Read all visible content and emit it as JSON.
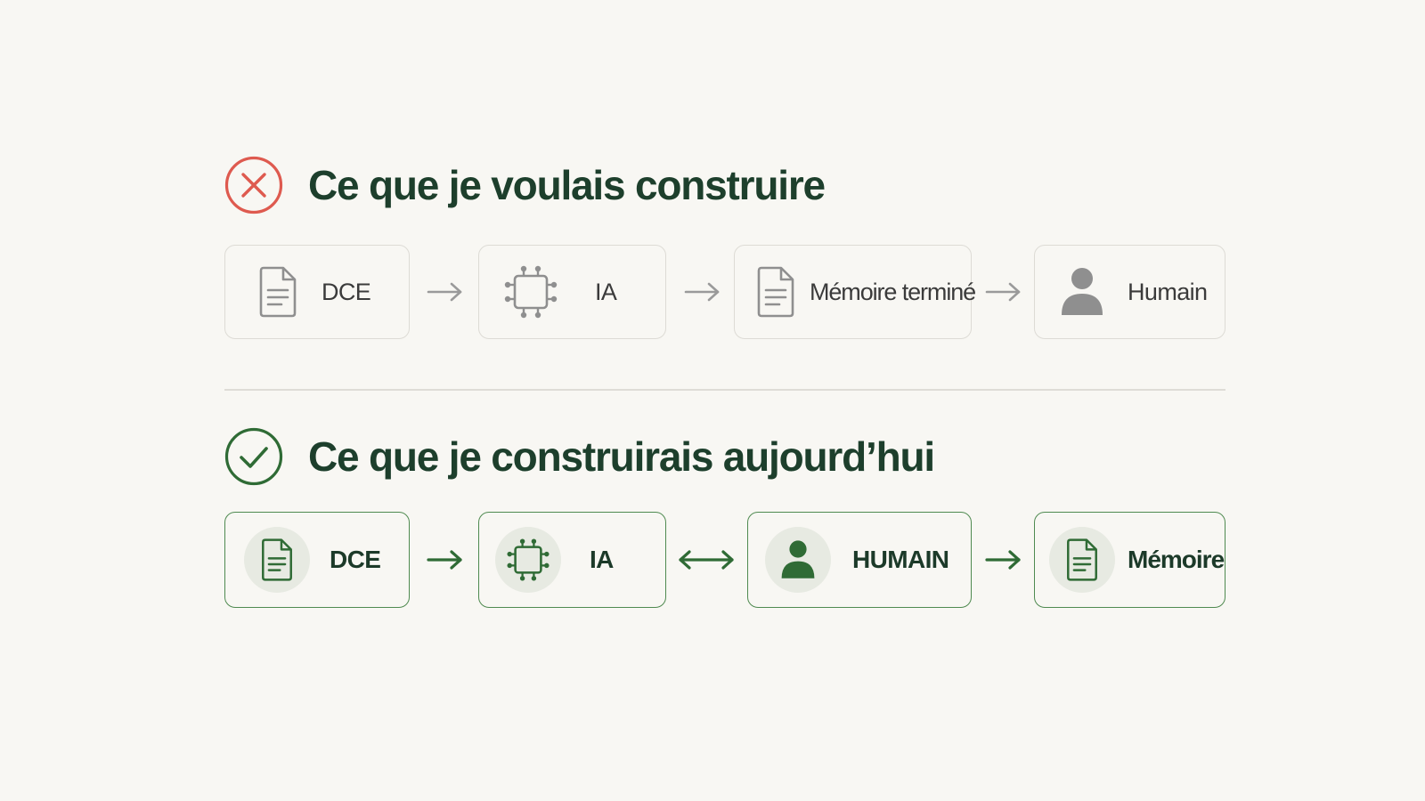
{
  "sections": {
    "before": {
      "status_icon": "x-circle-icon",
      "title": "Ce que je voulais construire",
      "steps": [
        {
          "label": "DCE",
          "icon": "document-icon"
        },
        {
          "label": "IA",
          "icon": "chip-icon"
        },
        {
          "label": "Mémoire terminé",
          "icon": "document-icon"
        },
        {
          "label": "Humain",
          "icon": "person-icon"
        }
      ],
      "connectors": [
        "arrow-right",
        "arrow-right",
        "arrow-right"
      ]
    },
    "after": {
      "status_icon": "check-circle-icon",
      "title": "Ce que je construirais aujourd’hui",
      "steps": [
        {
          "label": "DCE",
          "icon": "document-icon"
        },
        {
          "label": "IA",
          "icon": "chip-icon"
        },
        {
          "label": "HUMAIN",
          "icon": "person-icon"
        },
        {
          "label": "Mémoire",
          "icon": "document-icon"
        }
      ],
      "connectors": [
        "arrow-right",
        "arrow-bidirectional",
        "arrow-right"
      ]
    }
  },
  "colors": {
    "background": "#f8f7f3",
    "title": "#1d3f2c",
    "reject_red": "#de5a4f",
    "accept_green": "#2f6b35",
    "muted_gray": "#8f8f8f",
    "badge_bg": "#e7eae2"
  }
}
